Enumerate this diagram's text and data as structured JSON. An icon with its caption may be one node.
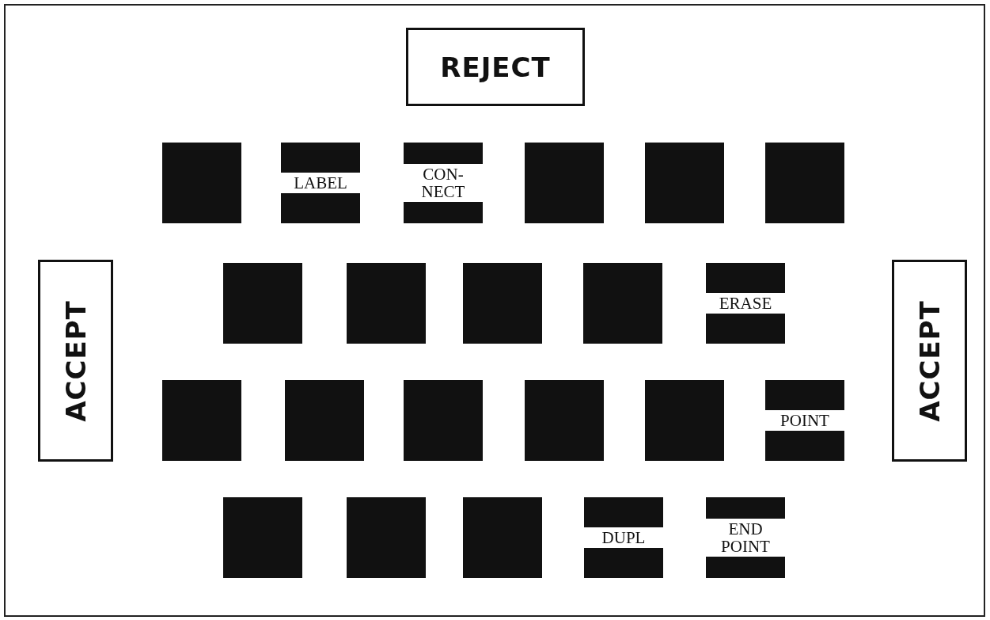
{
  "diagram": {
    "nodes": [
      {
        "text": [
          "REJECT"
        ]
      },
      {
        "text": [
          "ACCEPT"
        ]
      },
      {
        "text": [
          "ACCEPT"
        ]
      },
      {
        "text": [],
        "shape": "box"
      },
      {
        "text": [
          "LABEL"
        ]
      },
      {
        "text": [
          "CON- NECT"
        ]
      },
      {
        "text": [],
        "shape": "box"
      },
      {
        "text": [],
        "shape": "box"
      },
      {
        "text": [],
        "shape": "box"
      },
      {
        "text": [],
        "shape": "box"
      },
      {
        "text": [],
        "shape": "box"
      },
      {
        "text": [],
        "shape": "box"
      },
      {
        "text": [],
        "shape": "box"
      },
      {
        "text": [
          "ERASE"
        ]
      },
      {
        "text": [],
        "shape": "box"
      },
      {
        "text": [],
        "shape": "box"
      },
      {
        "text": [],
        "shape": "box"
      },
      {
        "text": [],
        "shape": "box"
      },
      {
        "text": [],
        "shape": "box"
      },
      {
        "text": [
          "POINT"
        ]
      },
      {
        "text": [],
        "shape": "box"
      },
      {
        "text": [],
        "shape": "box"
      },
      {
        "text": [],
        "shape": "box"
      },
      {
        "text": [
          "DUPL"
        ]
      },
      {
        "text": [
          "END POINT"
        ]
      }
    ]
  }
}
